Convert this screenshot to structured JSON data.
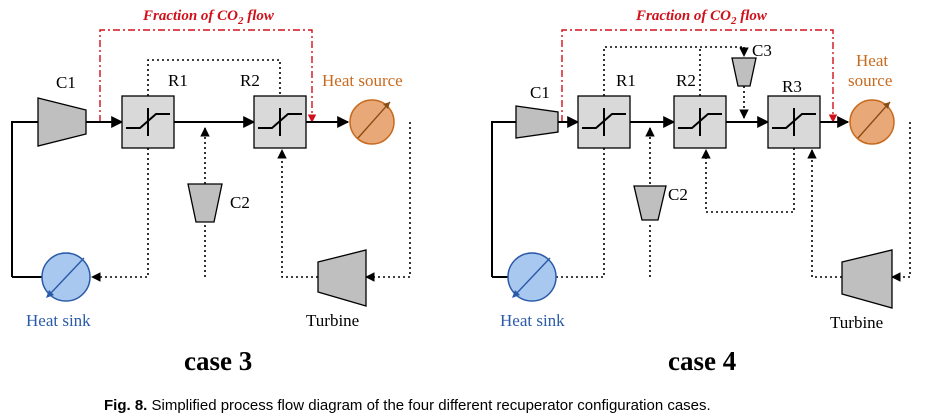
{
  "case3": {
    "fraction_label": "Fraction of CO2 flow",
    "fraction_text": "Fraction of CO",
    "fraction_sub": "2",
    "fraction_end": " flow",
    "c1": "C1",
    "r1": "R1",
    "r2": "R2",
    "c2": "C2",
    "heat_source": "Heat source",
    "heat_sink": "Heat sink",
    "turbine": "Turbine",
    "case_label": "case 3"
  },
  "case4": {
    "fraction_label": "Fraction of CO2 flow",
    "fraction_text": "Fraction of CO",
    "fraction_sub": "2",
    "fraction_end": " flow",
    "c1": "C1",
    "r1": "R1",
    "r2": "R2",
    "r3": "R3",
    "c2": "C2",
    "c3": "C3",
    "heat_source_line1": "Heat",
    "heat_source_line2": "source",
    "heat_sink": "Heat sink",
    "turbine": "Turbine",
    "case_label": "case 4"
  },
  "caption": {
    "fig": "Fig. 8.",
    "text": " Simplified process flow diagram of the four different recuperator configuration cases."
  },
  "colors": {
    "heat_source": "#e8a878",
    "heat_sink": "#a9c8ef",
    "fraction_line": "#d0101a"
  }
}
